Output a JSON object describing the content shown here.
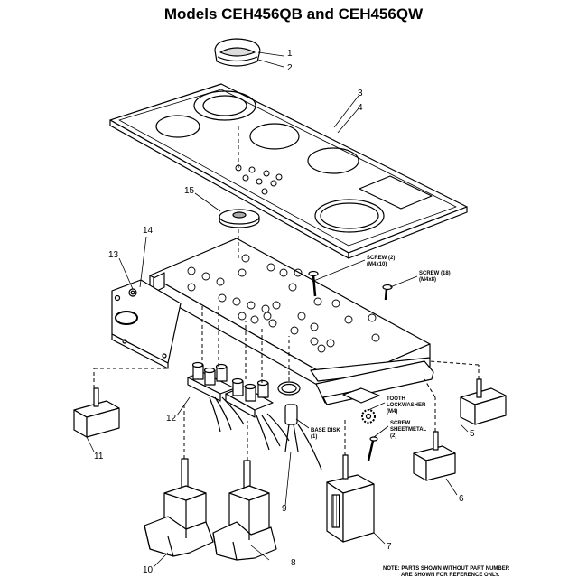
{
  "title": "Models CEH456QB and CEH456QW",
  "callouts": {
    "c1": "1",
    "c2": "2",
    "c3": "3",
    "c4": "4",
    "c5": "5",
    "c6": "6",
    "c7": "7",
    "c8": "8",
    "c9": "9",
    "c10": "10",
    "c11": "11",
    "c12": "12",
    "c13": "13",
    "c14": "14",
    "c15": "15"
  },
  "labels": {
    "screw_a_line1": "SCREW (2)",
    "screw_a_line2": "(M4x10)",
    "screw_b_line1": "SCREW (18)",
    "screw_b_line2": "(M4x8)",
    "tooth_line1": "TOOTH",
    "tooth_line2": "LOCKWASHER",
    "tooth_line3": "(M4)",
    "sheet_line1": "SCREW",
    "sheet_line2": "SHEETMETAL",
    "sheet_line3": "(2)",
    "base_line1": "BASE DISK",
    "base_line2": "(1)"
  },
  "note": {
    "line1": "NOTE: PARTS SHOWN WITHOUT PART NUMBER",
    "line2": "ARE SHOWN FOR REFERENCE ONLY."
  }
}
